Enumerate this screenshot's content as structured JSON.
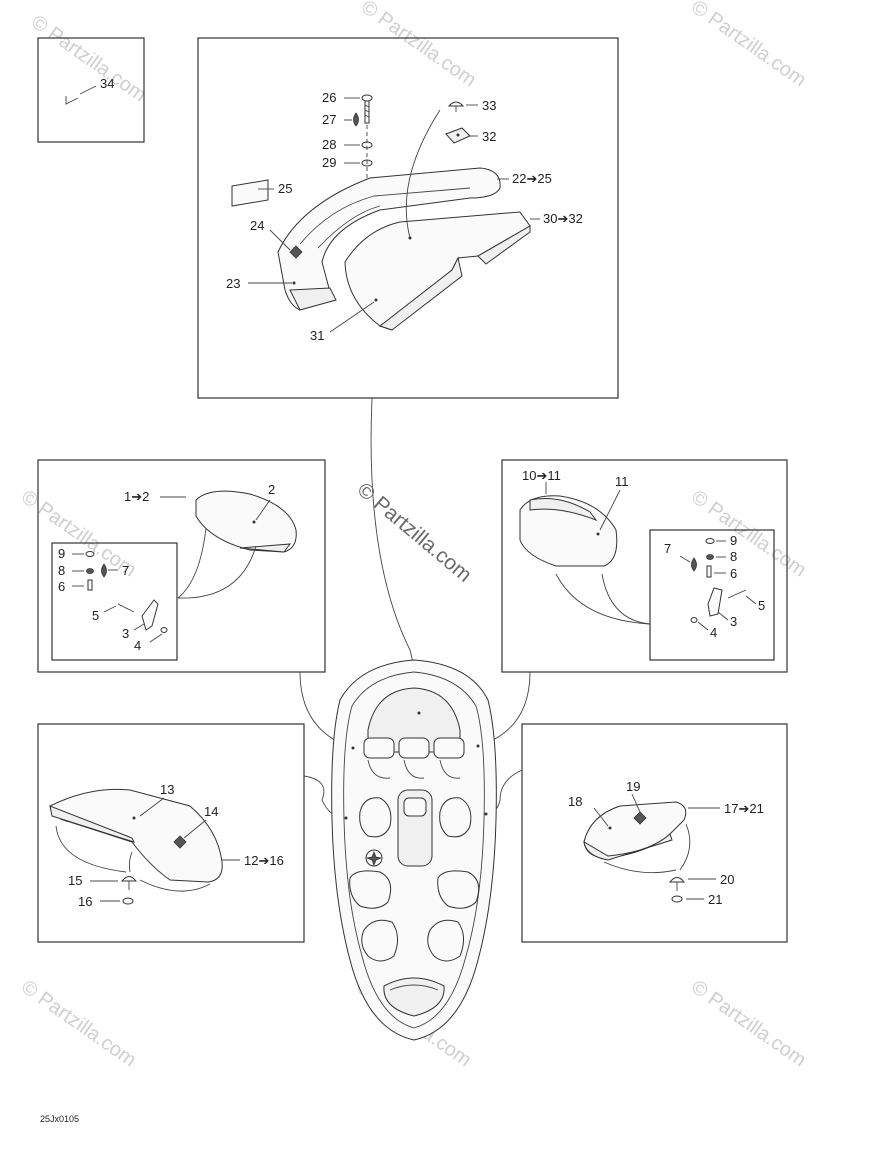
{
  "diagram": {
    "code": "25Jx0105",
    "watermark_center": "© Partzilla.com",
    "watermark_tile": "© Partzilla.com",
    "callouts": {
      "c34": "34",
      "c26": "26",
      "c27": "27",
      "c28": "28",
      "c29": "29",
      "c25": "25",
      "c24": "24",
      "c23": "23",
      "c31": "31",
      "c33": "33",
      "c32": "32",
      "c22": "22➔25",
      "c30": "30➔32",
      "l_c12": "1➔2",
      "l_c2": "2",
      "l_c9": "9",
      "l_c8": "8",
      "l_c7": "7",
      "l_c6": "6",
      "l_c5": "5",
      "l_c3": "3",
      "l_c4": "4",
      "r_c1011": "10➔11",
      "r_c11": "11",
      "r_c9": "9",
      "r_c8": "8",
      "r_c7": "7",
      "r_c6": "6",
      "r_c5": "5",
      "r_c3": "3",
      "r_c4": "4",
      "c13": "13",
      "c14": "14",
      "c1216": "12➔16",
      "c15": "15",
      "c16": "16",
      "c19": "19",
      "c18": "18",
      "c1721": "17➔21",
      "c20": "20",
      "c21": "21"
    }
  }
}
